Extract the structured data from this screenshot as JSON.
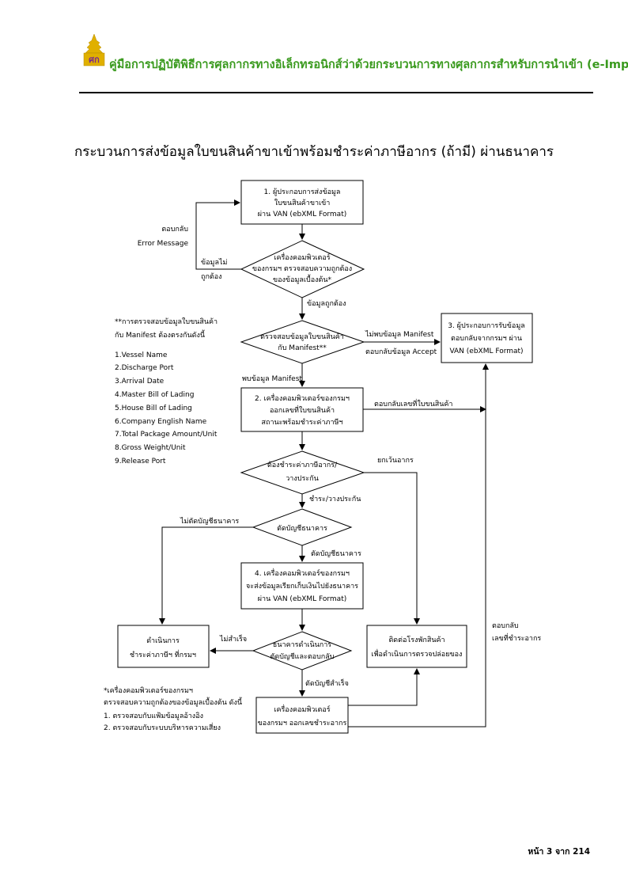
{
  "header": {
    "title": "คู่มือการปฏิบัติพิธีการศุลกากรทางอิเล็กทรอนิกส์ว่าด้วยกระบวนการทางศุลกากรสำหรับการนำเข้า (e-Import)",
    "logo_text": "ศก"
  },
  "page_title": "กระบวนการส่งข้อมูลใบขนสินค้าขาเข้าพร้อมชำระค่าภาษีอากร (ถ้ามี) ผ่านธนาคาร",
  "flow": {
    "box1": [
      "1. ผู้ประกอบการส่งข้อมูล",
      "ใบขนสินค้าขาเข้า",
      "ผ่าน VAN (ebXML Format)"
    ],
    "dec1": [
      "เครื่องคอมพิวเตอร์",
      "ของกรมฯ ตรวจสอบความถูกต้อง",
      "ของข้อมูลเบื้องต้น*"
    ],
    "reply_error": [
      "ตอบกลับ",
      "Error Message"
    ],
    "data_incorrect": [
      "ข้อมูลไม่",
      "ถูกต้อง"
    ],
    "data_correct": "ข้อมูลถูกต้อง",
    "dec2": [
      "ตรวจสอบข้อมูลใบขนสินค้า",
      "กับ Manifest**"
    ],
    "manifest_not_found": [
      "ไม่พบข้อมูล Manifest",
      "ตอบกลับข้อมูล Accept"
    ],
    "box3": [
      "3. ผู้ประกอบการรับข้อมูล",
      "ตอบกลับจากกรมฯ ผ่าน",
      "VAN (ebXML Format)"
    ],
    "manifest_found": "พบข้อมูล Manifest",
    "box2": [
      "2. เครื่องคอมพิวเตอร์ของกรมฯ",
      "ออกเลขที่ใบขนสินค้า",
      "สถานะพร้อมชำระค่าภาษีฯ"
    ],
    "reply_decl_no": "ตอบกลับเลขที่ใบขนสินค้า",
    "dec3": [
      "ต้องชำระค่าภาษีอากร/",
      "วางประกัน"
    ],
    "exempt": "ยกเว้นอากร",
    "pay_guarantee": "ชำระ/วางประกัน",
    "dec4": "ตัดบัญชีธนาคาร",
    "no_bank_debit": "ไม่ตัดบัญชีธนาคาร",
    "bank_debit": "ตัดบัญชีธนาคาร",
    "box4": [
      "4. เครื่องคอมพิวเตอร์ของกรมฯ",
      "จะส่งข้อมูลเรียกเก็บเงินไปยังธนาคาร",
      "ผ่าน VAN (ebXML Format)"
    ],
    "box_pay": [
      "ดำเนินการ",
      "ชำระค่าภาษีฯ ที่กรมฯ"
    ],
    "failed": "ไม่สำเร็จ",
    "dec5": [
      "ธนาคารดำเนินการ",
      "ตัดบัญชีและตอบกลับ"
    ],
    "box_warehouse": [
      "ติดต่อโรงพักสินค้า",
      "เพื่อดำเนินการตรวจปล่อยของ"
    ],
    "reply_receipt": [
      "ตอบกลับ",
      "เลขที่ชำระอากร"
    ],
    "debit_success": "ตัดบัญชีสำเร็จ",
    "box5": [
      "เครื่องคอมพิวเตอร์",
      "ของกรมฯ ออกเลขชำระอากร"
    ]
  },
  "manifest_note": {
    "heading": [
      "**การตรวจสอบข้อมูลใบขนสินค้า",
      "กับ Manifest ต้องตรงกันดังนี้"
    ],
    "items": [
      "1.Vessel Name",
      "2.Discharge Port",
      "3.Arrival Date",
      "4.Master Bill of Lading",
      "5.House Bill of Lading",
      "6.Company English Name",
      "7.Total Package Amount/Unit",
      "8.Gross Weight/Unit",
      "9.Release Port"
    ]
  },
  "check_note": {
    "lines": [
      "*เครื่องคอมพิวเตอร์ของกรมฯ",
      "ตรวจสอบความถูกต้องของข้อมูลเบื้องต้น ดังนี้",
      "1. ตรวจสอบกับแฟ้มข้อมูลอ้างอิง",
      "2. ตรวจสอบกับระบบบริหารความเสี่ยง"
    ]
  },
  "footer": {
    "page": "หน้า 3  จาก 214"
  },
  "colors": {
    "header_green": "#3a9a1e",
    "logo_gold": "#d9a400",
    "logo_purple": "#7b2a8c"
  }
}
